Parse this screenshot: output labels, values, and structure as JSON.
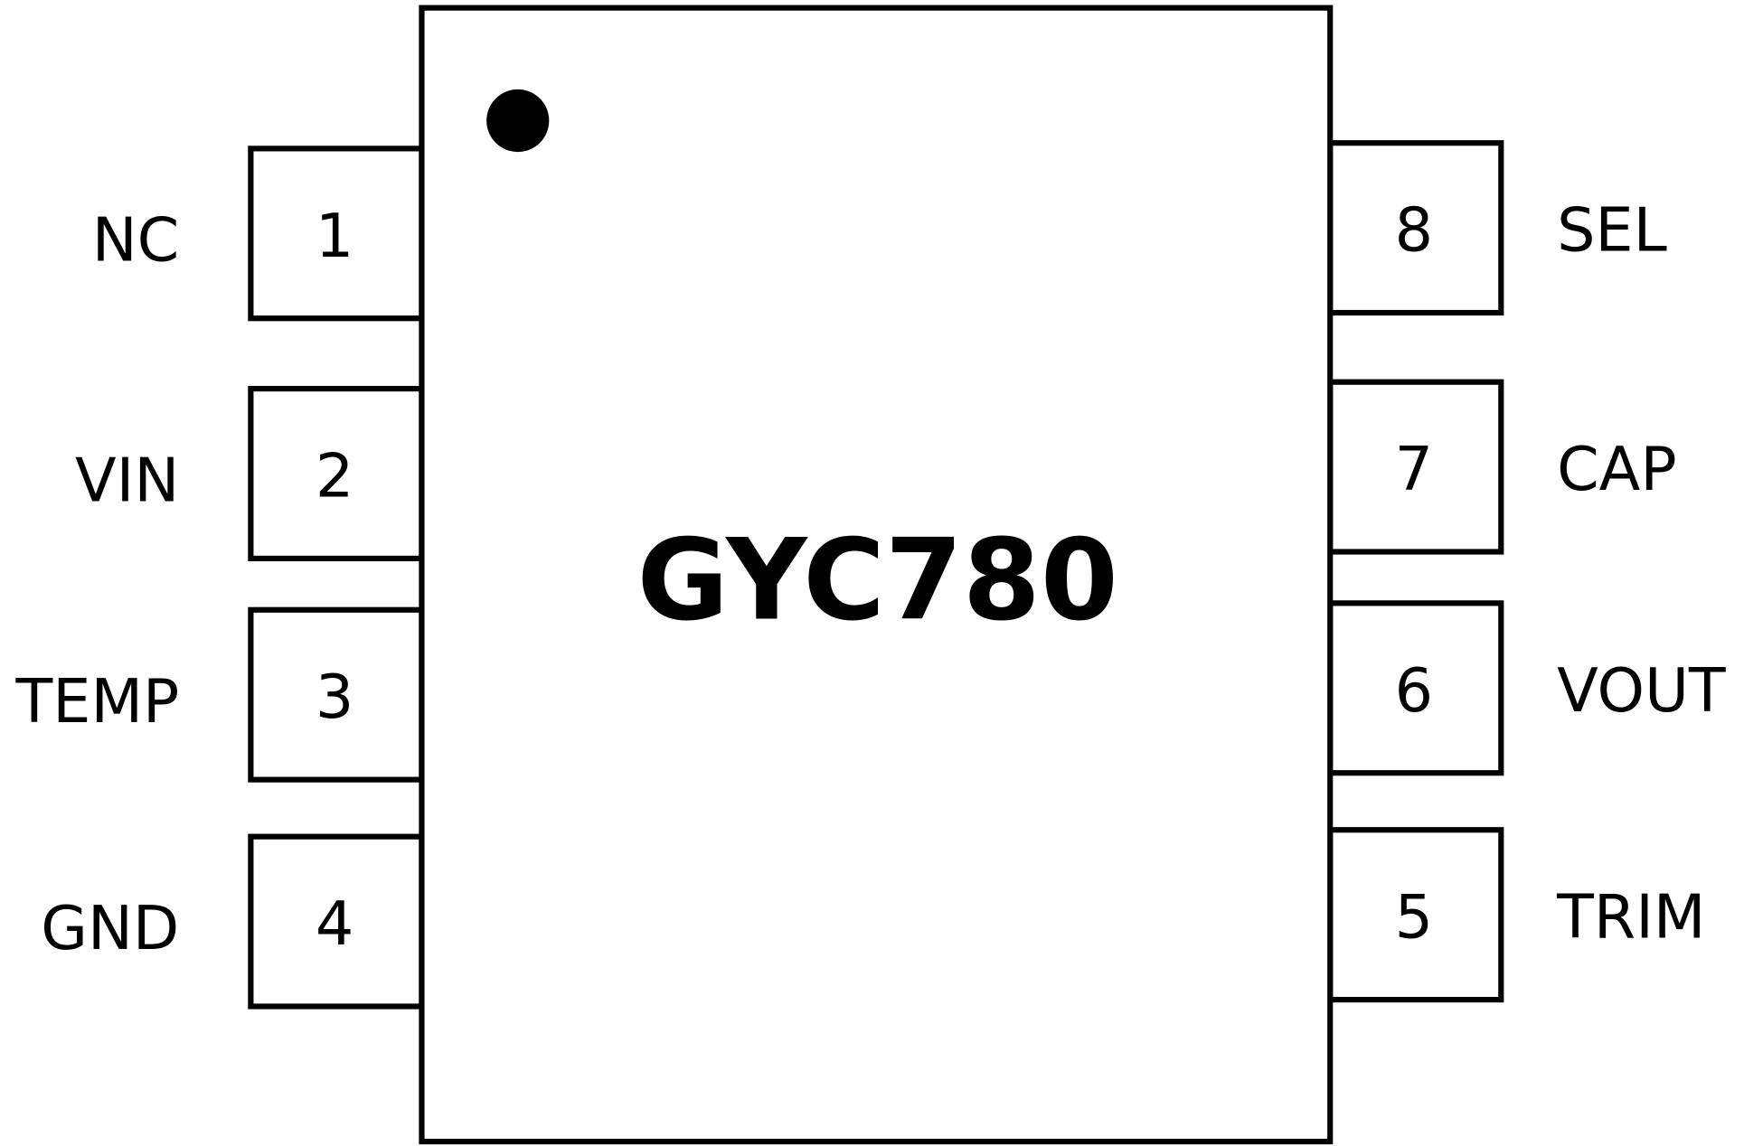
{
  "chip": {
    "name": "GYC780",
    "pin1_marker": "dot"
  },
  "pins": {
    "left": [
      {
        "number": "1",
        "name": "NC"
      },
      {
        "number": "2",
        "name": "VIN"
      },
      {
        "number": "3",
        "name": "TEMP"
      },
      {
        "number": "4",
        "name": "GND"
      }
    ],
    "right": [
      {
        "number": "8",
        "name": "SEL"
      },
      {
        "number": "7",
        "name": "CAP"
      },
      {
        "number": "6",
        "name": "VOUT"
      },
      {
        "number": "5",
        "name": "TRIM"
      }
    ]
  }
}
